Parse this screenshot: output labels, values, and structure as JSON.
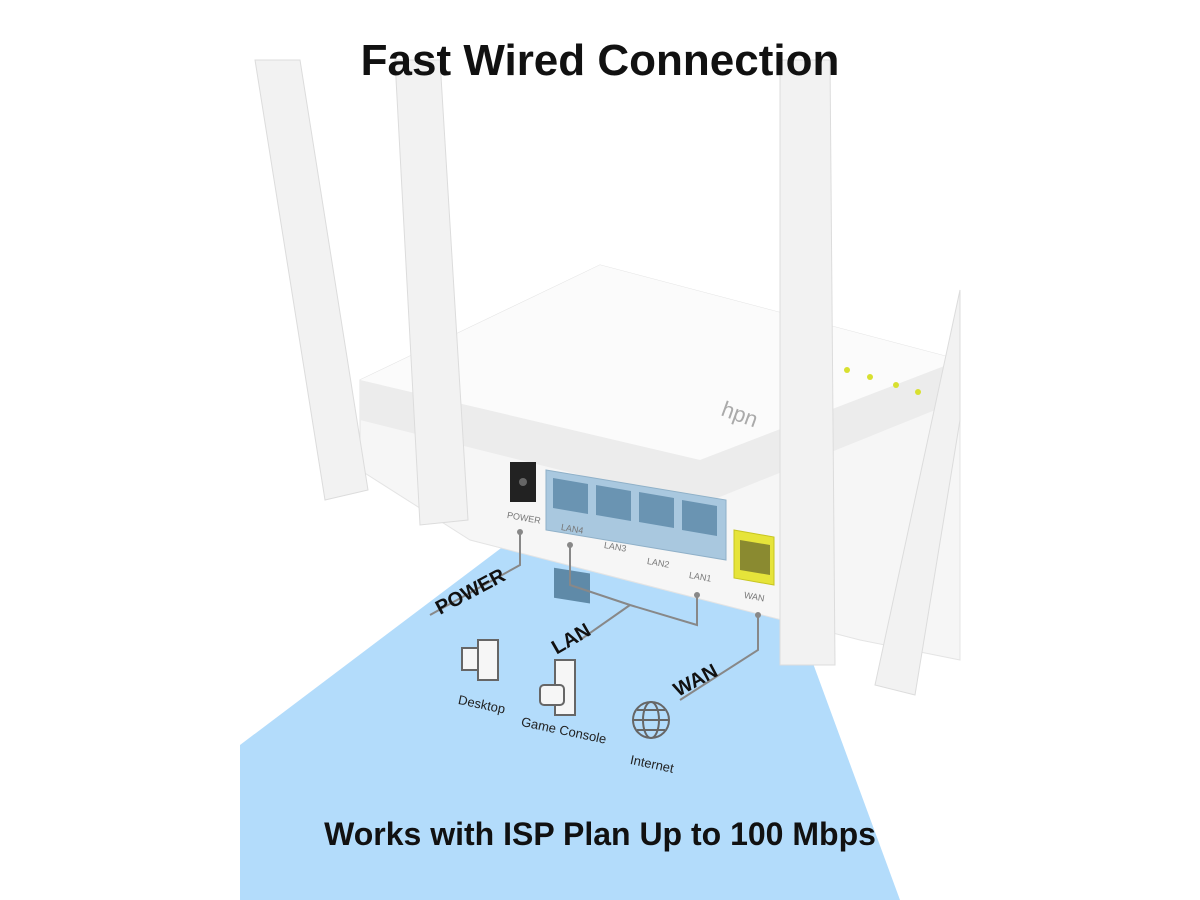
{
  "title": "Fast Wired Connection",
  "subtitle": "Works with ISP Plan Up to 100 Mbps",
  "callouts": {
    "power": "POWER",
    "lan": "LAN",
    "wan": "WAN"
  },
  "devices": {
    "desktop": "Desktop",
    "game_console": "Game Console",
    "internet": "Internet"
  },
  "ports": [
    "POWER",
    "LAN4",
    "LAN3",
    "LAN2",
    "LAN1",
    "WAN"
  ],
  "colors": {
    "beam": "#b3dcfb",
    "lan_panel": "#a9c8df",
    "wan_port": "#e6e43a",
    "led": "#d8e030"
  }
}
